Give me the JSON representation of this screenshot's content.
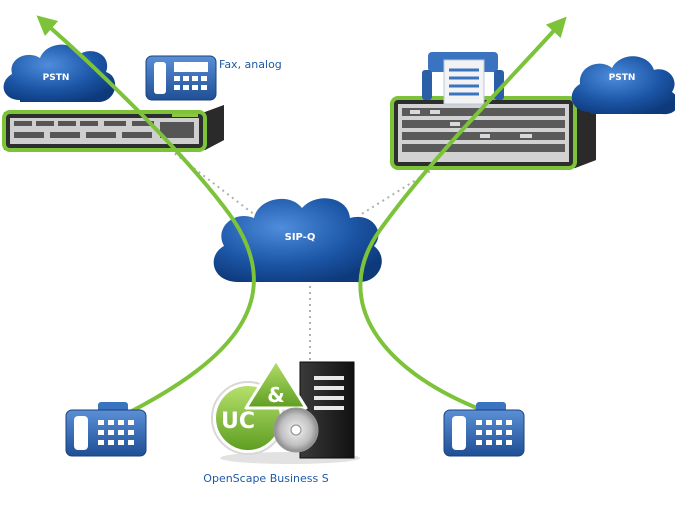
{
  "clouds": {
    "pstn_left": "PSTN",
    "pstn_right": "PSTN",
    "sipq": "SIP-Q"
  },
  "labels": {
    "fax": "Fax, analog",
    "server": "OpenScape Business S"
  },
  "server_icon_text": "UC",
  "colors": {
    "cloud": "#1d57a8",
    "link": "#7cc33a",
    "chassis_accent": "#8ec63f",
    "phone": "#2f6ab5",
    "dotted": "#b0b0b0"
  }
}
